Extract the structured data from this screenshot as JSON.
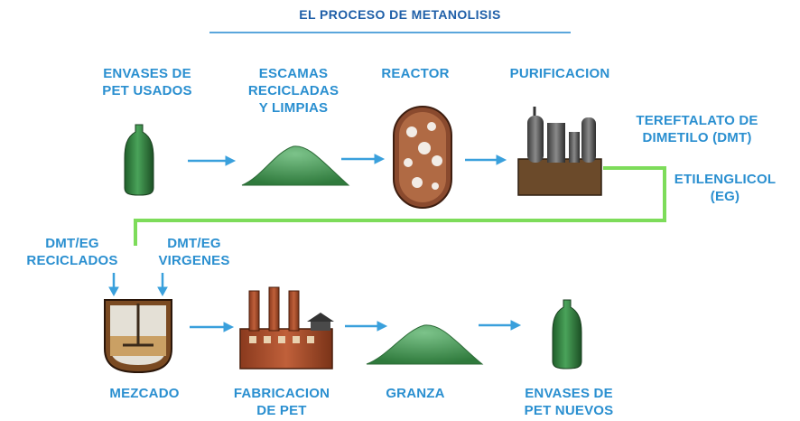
{
  "title": "EL PROCESO DE METANOLISIS",
  "steps": {
    "envases_usados": "ENVASES DE\nPET USADOS",
    "escamas": "ESCAMAS\nRECICLADAS\nY LIMPIAS",
    "reactor": "REACTOR",
    "purificacion": "PURIFICACION",
    "dmt": "TEREFTALATO DE\nDIMETILO (DMT)",
    "eg": "ETILENGLICOL\n(EG)",
    "dmt_eg_reciclados": "DMT/EG\nRECICLADOS",
    "dmt_eg_virgenes": "DMT/EG\nVIRGENES",
    "mezcado": "MEZCADO",
    "fabricacion": "FABRICACION\nDE PET",
    "granza": "GRANZA",
    "envases_nuevos": "ENVASES DE\nPET NUEVOS"
  },
  "colors": {
    "title": "#1f5fa8",
    "label": "#2a8fd0",
    "arrow": "#3aa0dc",
    "pipe": "#7ddc5a",
    "bottle": "#2e7d3a",
    "pile": "#3f8f4a",
    "brick": "#b5502e"
  },
  "icons": [
    "bottle-icon",
    "flake-pile-icon",
    "reactor-icon",
    "purification-plant-icon",
    "mixer-icon",
    "factory-icon",
    "pellet-pile-icon"
  ]
}
